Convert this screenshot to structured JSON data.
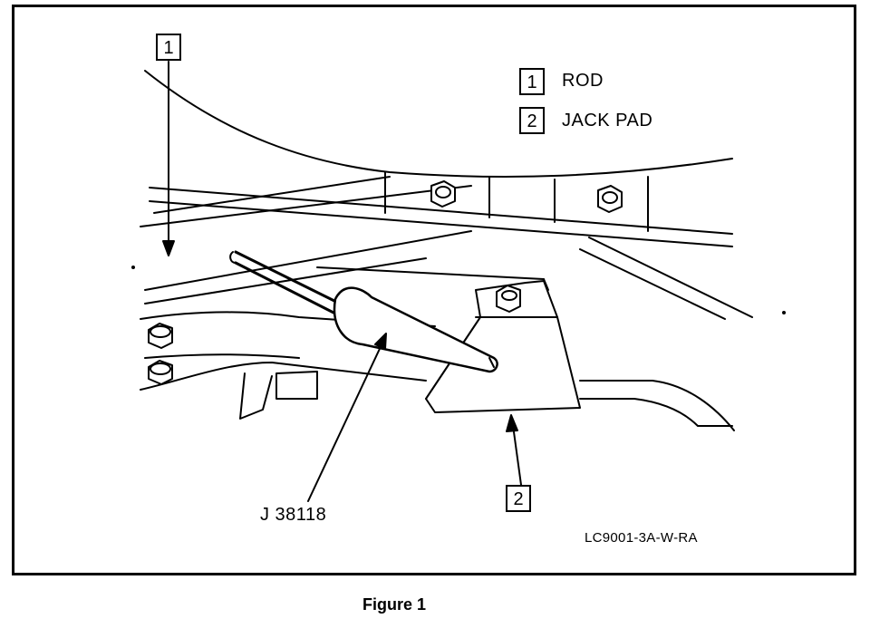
{
  "callouts": {
    "rod_number": "1",
    "jack_pad_number": "2"
  },
  "legend": [
    {
      "number": "1",
      "label": "ROD"
    },
    {
      "number": "2",
      "label": "JACK PAD"
    }
  ],
  "tool_label": "J 38118",
  "drawing_code": "LC9001-3A-W-RA",
  "caption": "Figure 1",
  "colors": {
    "ink": "#000000",
    "paper": "#ffffff"
  }
}
